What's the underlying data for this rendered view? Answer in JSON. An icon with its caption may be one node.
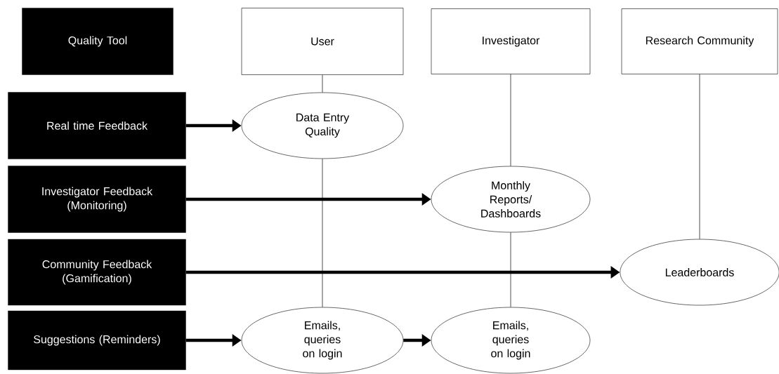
{
  "diagram": {
    "nodes": [
      {
        "text": [
          "Quality Tool"
        ]
      },
      {
        "text": [
          "User"
        ]
      },
      {
        "text": [
          "Investigator"
        ]
      },
      {
        "text": [
          "Research Community"
        ]
      },
      {
        "text": [
          "Real time Feedback"
        ]
      },
      {
        "text": [
          "Data Entry Quality"
        ]
      },
      {
        "text": [
          "Investigator Feedback (Monitoring)"
        ]
      },
      {
        "text": [
          "Monthly Reports/ Dashboards"
        ]
      },
      {
        "text": [
          "Community Feedback (Gamification)"
        ]
      },
      {
        "text": [
          "Leaderboards"
        ]
      },
      {
        "text": [
          "Suggestions (Reminders)"
        ]
      },
      {
        "text": [
          "Emails, queries on login"
        ]
      },
      {
        "text": [
          "Emails, queries on login"
        ]
      }
    ],
    "edges": [
      {
        "from": 1,
        "to": 5,
        "arrow": "none"
      },
      {
        "from": 5,
        "to": 11,
        "arrow": "none"
      },
      {
        "from": 2,
        "to": 7,
        "arrow": "none"
      },
      {
        "from": 7,
        "to": 12,
        "arrow": "none"
      },
      {
        "from": 3,
        "to": 9,
        "arrow": "none"
      },
      {
        "from": 4,
        "to": 5,
        "arrow": "to",
        "style": "thick"
      },
      {
        "from": 6,
        "to": 7,
        "arrow": "to",
        "style": "thick"
      },
      {
        "from": 8,
        "to": 9,
        "arrow": "to",
        "style": "thick"
      },
      {
        "from": 10,
        "to": 11,
        "arrow": "to",
        "style": "thick"
      },
      {
        "from": 11,
        "to": 12,
        "arrow": "to",
        "style": "thick"
      }
    ]
  }
}
